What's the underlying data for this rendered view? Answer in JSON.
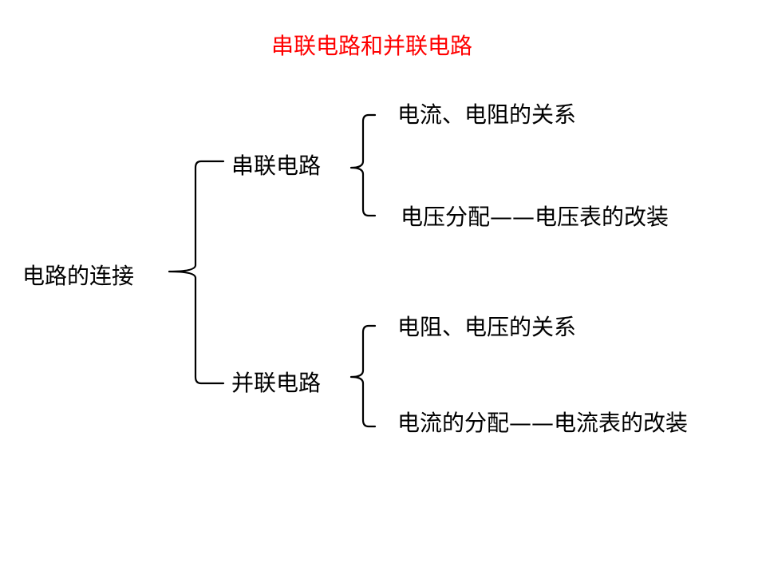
{
  "title": "串联电路和并联电路",
  "root": {
    "label": "电路的连接"
  },
  "branches": [
    {
      "label": "串联电路",
      "children": [
        "电流、电阻的关系",
        "电压分配——电压表的改装"
      ]
    },
    {
      "label": "并联电路",
      "children": [
        "电阻、电压的关系",
        "电流的分配——电流表的改装"
      ]
    }
  ],
  "colors": {
    "title": "#ff0000",
    "text": "#000000",
    "line": "#000000"
  }
}
